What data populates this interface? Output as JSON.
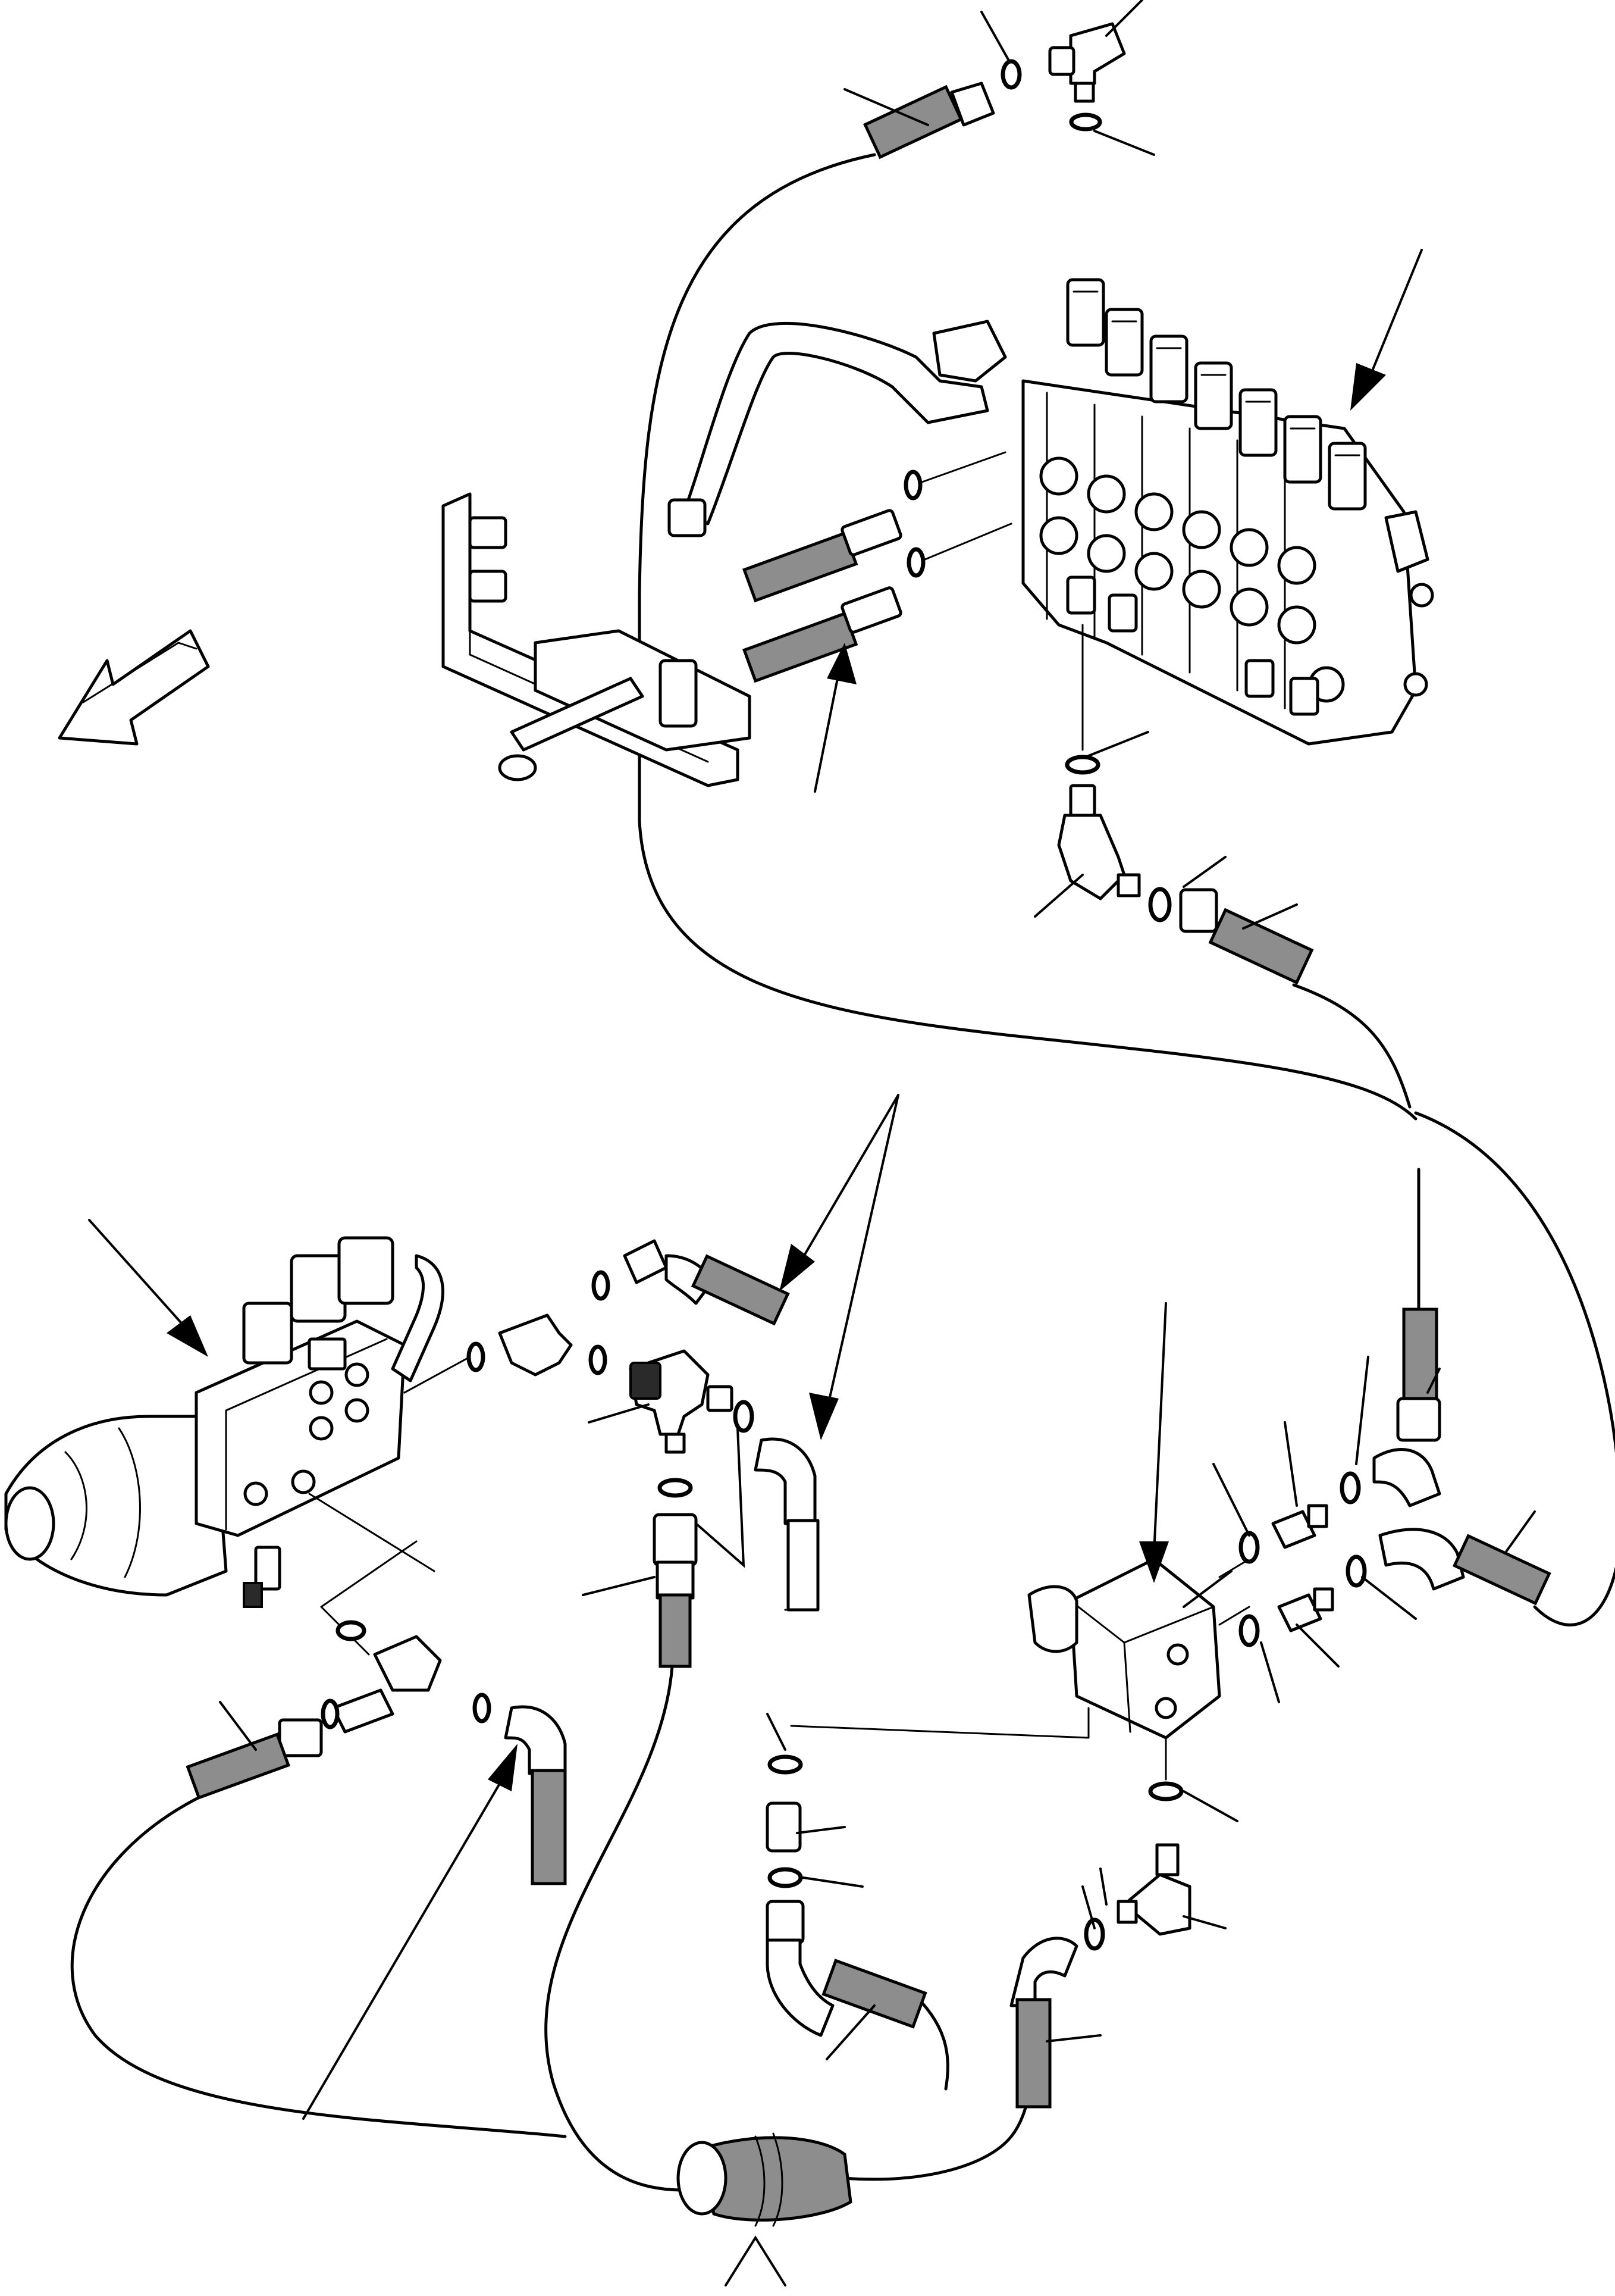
{
  "figure": {
    "kind": "exploded hydraulic parts diagram",
    "printed_text": []
  },
  "colors": {
    "line": "#000000",
    "background": "#ffffff",
    "hose_fill": "#8d8d8d"
  },
  "components": [
    {
      "name": "control-valve-bank"
    },
    {
      "name": "frame-bracket"
    },
    {
      "name": "solenoid-valve-assembly"
    },
    {
      "name": "diverter-block"
    },
    {
      "name": "hose-clamp-sleeve"
    }
  ],
  "icons": {
    "direction_arrow": "front-direction-arrow-icon"
  }
}
